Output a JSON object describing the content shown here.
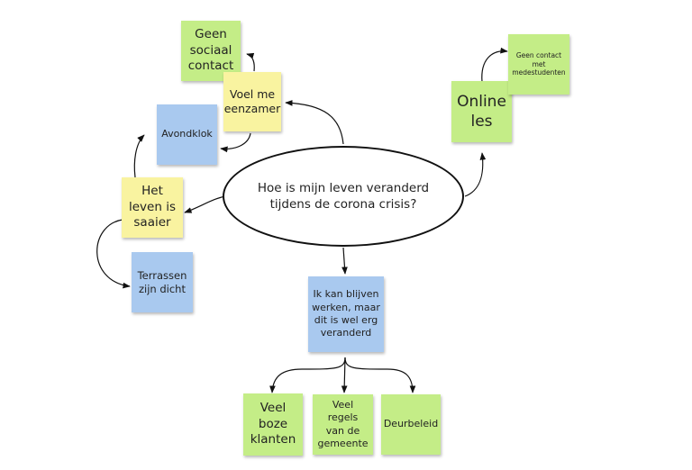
{
  "center": {
    "line1": "Hoe is mijn leven veranderd",
    "line2": "tijdens de corona crisis?"
  },
  "notes": {
    "geen_sociaal_contact": [
      "Geen",
      "sociaal",
      "contact"
    ],
    "voel_me_eenzamer": [
      "Voel me",
      "eenzamer"
    ],
    "avondklok": [
      "Avondklok"
    ],
    "het_leven_is_saaier": [
      "Het",
      "leven is",
      "saaier"
    ],
    "terrassen_zijn_dicht": [
      "Terrassen",
      "zijn dicht"
    ],
    "online_les": [
      "Online",
      "les"
    ],
    "geen_contact_met_medestudenten": [
      "Geen contact",
      "met",
      "medestudenten"
    ],
    "ik_kan_blijven_werken": [
      "Ik kan blijven",
      "werken, maar",
      "dit is wel erg",
      "veranderd"
    ],
    "veel_boze_klanten": [
      "Veel",
      "boze",
      "klanten"
    ],
    "veel_regels_van_de_gemeente": [
      "Veel regels",
      "van de",
      "gemeente"
    ],
    "deurbeleid": [
      "Deurbeleid"
    ]
  },
  "colors": {
    "green": "#c4ed87",
    "yellow": "#f9f3a0",
    "blue": "#a9c9ef"
  }
}
